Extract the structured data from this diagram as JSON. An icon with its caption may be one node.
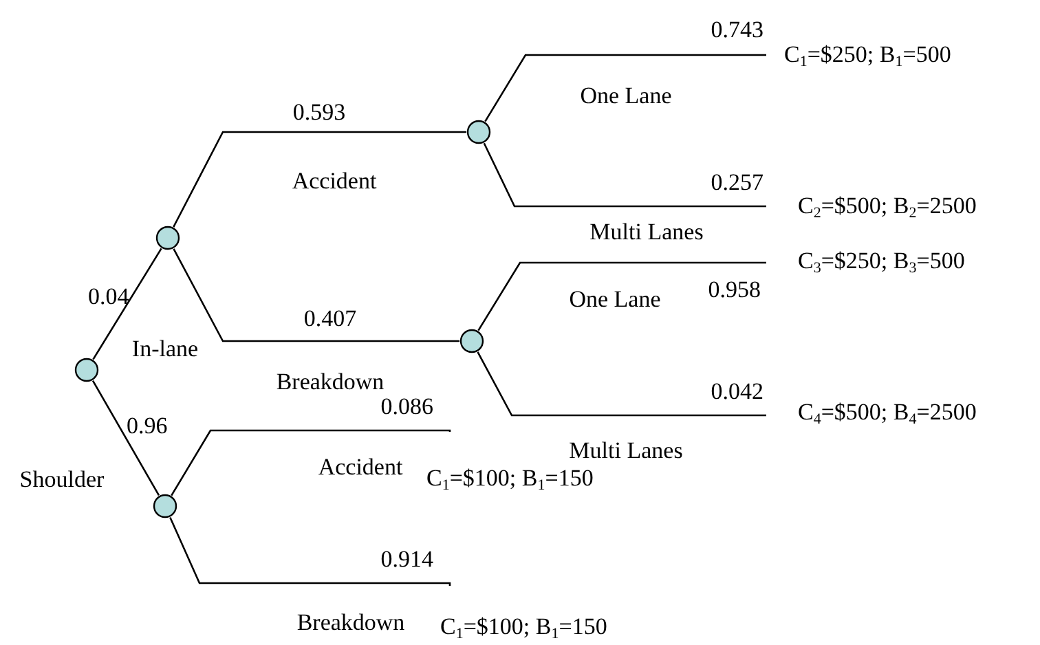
{
  "diagram": {
    "nodes": [
      {
        "text": [],
        "shape": "circle"
      },
      {
        "text": [],
        "shape": "circle"
      },
      {
        "text": [],
        "shape": "circle"
      },
      {
        "text": [],
        "shape": "circle"
      },
      {
        "text": [],
        "shape": "circle"
      },
      {
        "text": [
          "C$_{1}$=$250; B$_{1}$=500"
        ]
      },
      {
        "text": [
          "C$_{2}$=$500; B$_{2}$=2500"
        ]
      },
      {
        "text": [
          "C$_{3}$=$250; B$_{3}$=500"
        ]
      },
      {
        "text": [
          "C$_{4}$=$500; B$_{4}$=2500"
        ]
      },
      {
        "text": [
          "C$_{1}$=$100; B$_{1}$=150"
        ]
      },
      {
        "text": [
          "C$_{1}$=$100; B$_{1}$=150"
        ]
      }
    ],
    "edges": [
      {
        "from": 0,
        "to": 1,
        "arrow": "none",
        "label": "0.04"
      },
      {
        "from": 0,
        "to": 4,
        "arrow": "none",
        "label": "0.96"
      },
      {
        "from": 1,
        "to": 2,
        "arrow": "none",
        "label": "0.593"
      },
      {
        "from": 1,
        "to": 3,
        "arrow": "none",
        "label": "0.407"
      },
      {
        "from": 2,
        "to": 5,
        "arrow": "none",
        "label": "0.743"
      },
      {
        "from": 2,
        "to": 6,
        "arrow": "none",
        "label": "0.257"
      },
      {
        "from": 3,
        "to": 7,
        "arrow": "none",
        "label": "0.958"
      },
      {
        "from": 3,
        "to": 8,
        "arrow": "none",
        "label": "0.042"
      },
      {
        "from": 4,
        "to": 9,
        "arrow": "none",
        "label": "0.086"
      },
      {
        "from": 4,
        "to": 10,
        "arrow": "none",
        "label": "0.914"
      }
    ],
    "labels": [
      "One Lane",
      "Accident",
      "Multi Lanes",
      "One Lane",
      "In-lane",
      "Breakdown",
      "Multi Lanes",
      "Accident",
      "Shoulder",
      "Breakdown"
    ]
  }
}
